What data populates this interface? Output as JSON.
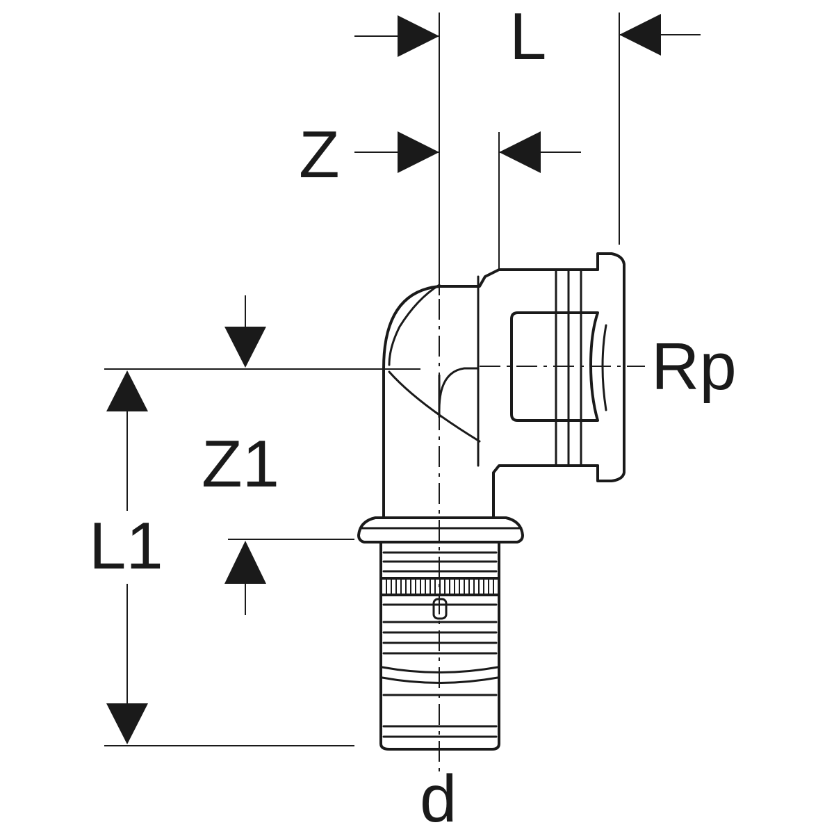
{
  "labels": {
    "L": "L",
    "Z": "Z",
    "Rp": "Rp",
    "Z1": "Z1",
    "L1": "L1",
    "d": "d"
  },
  "colors": {
    "line": "#1a1a1a",
    "background": "#ffffff"
  }
}
